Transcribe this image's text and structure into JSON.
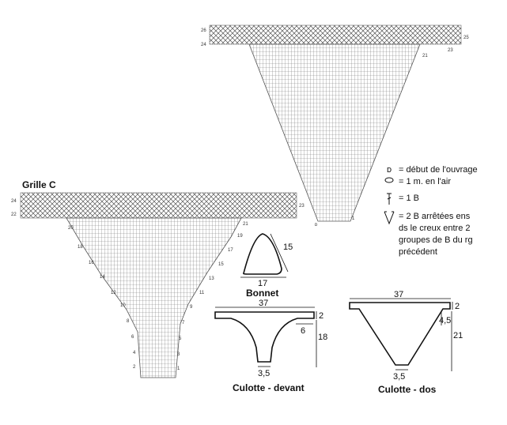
{
  "grille_c": {
    "title": "Grille C"
  },
  "top_chart": {
    "row_labels_left": [
      "26",
      "24"
    ],
    "row_labels_right": [
      "25",
      "23",
      "21",
      "1"
    ]
  },
  "grid_c_rows": {
    "left": [
      "24",
      "22",
      "20",
      "18",
      "16",
      "14",
      "12",
      "10",
      "8",
      "6",
      "4",
      "2"
    ],
    "right": [
      "23",
      "21",
      "19",
      "17",
      "15",
      "13",
      "11",
      "9",
      "7",
      "5",
      "3",
      "1"
    ]
  },
  "legend": {
    "start": "= début de l'ouvrage",
    "chain": "= 1 m. en l'air",
    "stitch": "= 1 B",
    "group_line1": "= 2 B arrêtées ens",
    "group_line2": "ds le creux entre 2",
    "group_line3": "groupes de B du rg",
    "group_line4": "précédent",
    "start_symbol": "ᴅ"
  },
  "bonnet": {
    "title": "Bonnet",
    "bottom": "17",
    "side": "15"
  },
  "culotte_devant": {
    "title": "Culotte - devant",
    "width": "37",
    "band": "2",
    "side": "6",
    "height": "18",
    "crotch": "3,5"
  },
  "culotte_dos": {
    "title": "Culotte - dos",
    "width": "37",
    "band": "2",
    "side": "4,5",
    "height": "21",
    "crotch": "3,5"
  },
  "colors": {
    "ink": "#111111",
    "stitch": "#555555",
    "paper": "#ffffff"
  }
}
